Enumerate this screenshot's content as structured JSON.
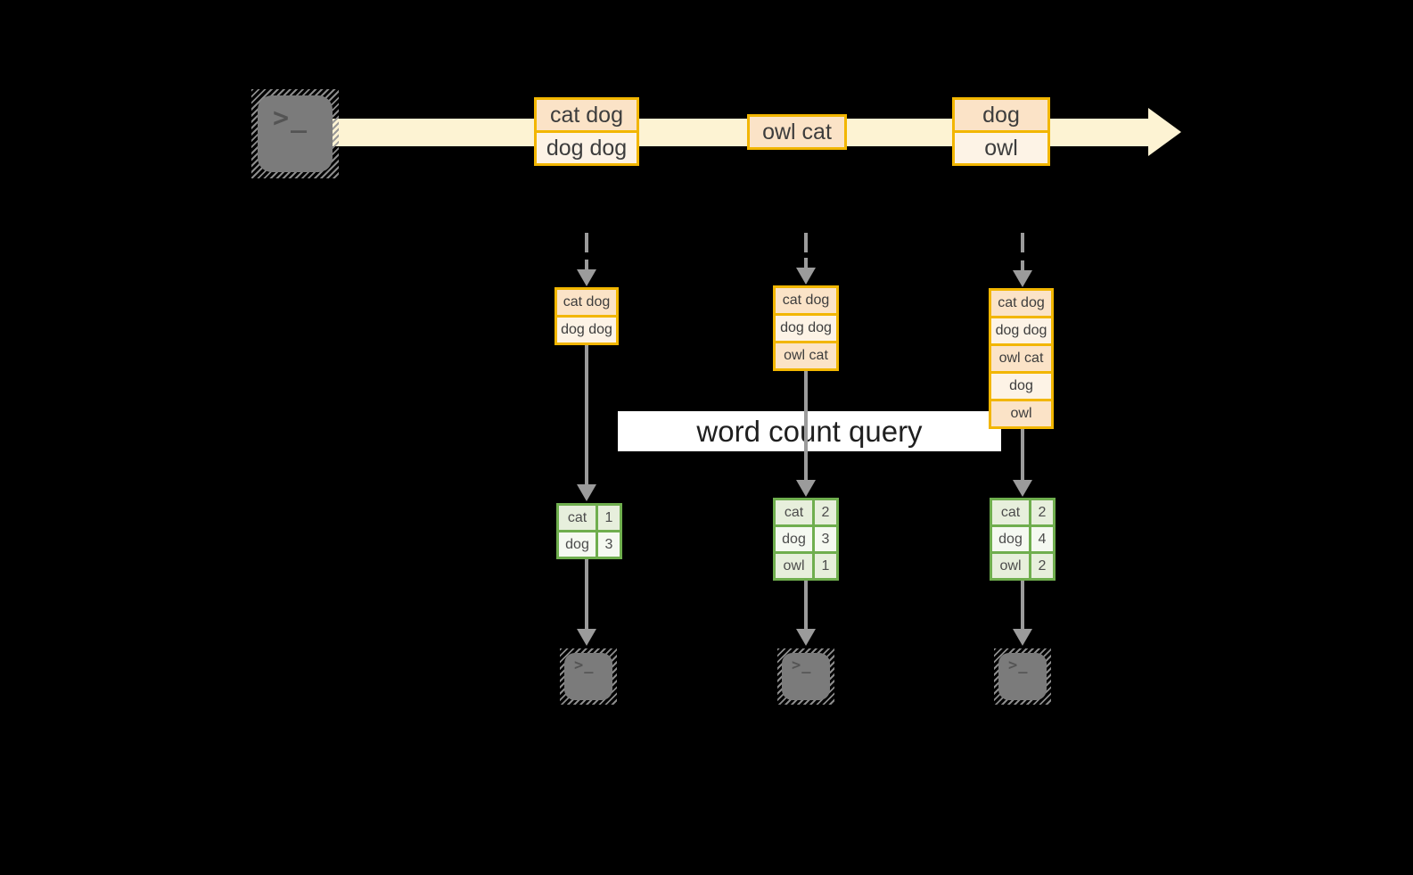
{
  "diagram": {
    "query_label": "word count query",
    "terminal_prompt": ">_",
    "colors": {
      "background": "#000000",
      "accent_gold": "#F2B600",
      "record_cell_peach": "#FBE3C7",
      "record_cell_cream": "#FDF3E6",
      "stream_band": "#FDF3D3",
      "table_border_green": "#6FAE4E",
      "table_cell_green": "#E7EFDC",
      "table_cell_green_light": "#F5F9F1",
      "arrow_gray": "#9B9B9B",
      "terminal_gray": "#7B7B7B",
      "banner_bg": "#FFFFFF"
    },
    "stream_batches": [
      {
        "cells": [
          "cat dog",
          "dog dog"
        ]
      },
      {
        "cells": [
          "owl cat"
        ]
      },
      {
        "cells": [
          "dog",
          "owl"
        ]
      }
    ],
    "columns": [
      {
        "state_cells": [
          "cat dog",
          "dog dog"
        ],
        "counts": [
          [
            "cat",
            "1"
          ],
          [
            "dog",
            "3"
          ]
        ]
      },
      {
        "state_cells": [
          "cat dog",
          "dog dog",
          "owl cat"
        ],
        "counts": [
          [
            "cat",
            "2"
          ],
          [
            "dog",
            "3"
          ],
          [
            "owl",
            "1"
          ]
        ]
      },
      {
        "state_cells": [
          "cat dog",
          "dog dog",
          "owl cat",
          "dog",
          "owl"
        ],
        "counts": [
          [
            "cat",
            "2"
          ],
          [
            "dog",
            "4"
          ],
          [
            "owl",
            "2"
          ]
        ]
      }
    ]
  }
}
